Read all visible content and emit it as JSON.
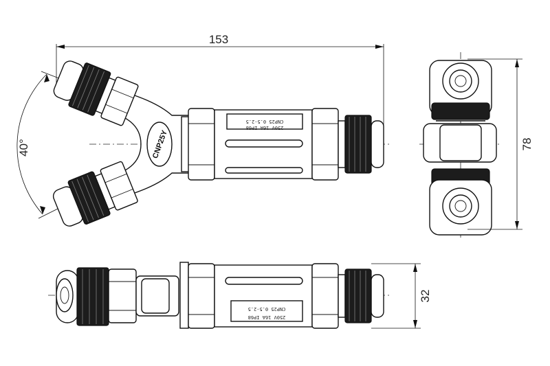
{
  "dimensions": {
    "overall_length": "153",
    "branch_angle": "40°",
    "side_height": "78",
    "bottom_height": "32"
  },
  "labels": {
    "model": "CNP25Y",
    "marking_line1": "CNP25 0.5-2.5",
    "marking_line2": "250V 16A IP68"
  }
}
